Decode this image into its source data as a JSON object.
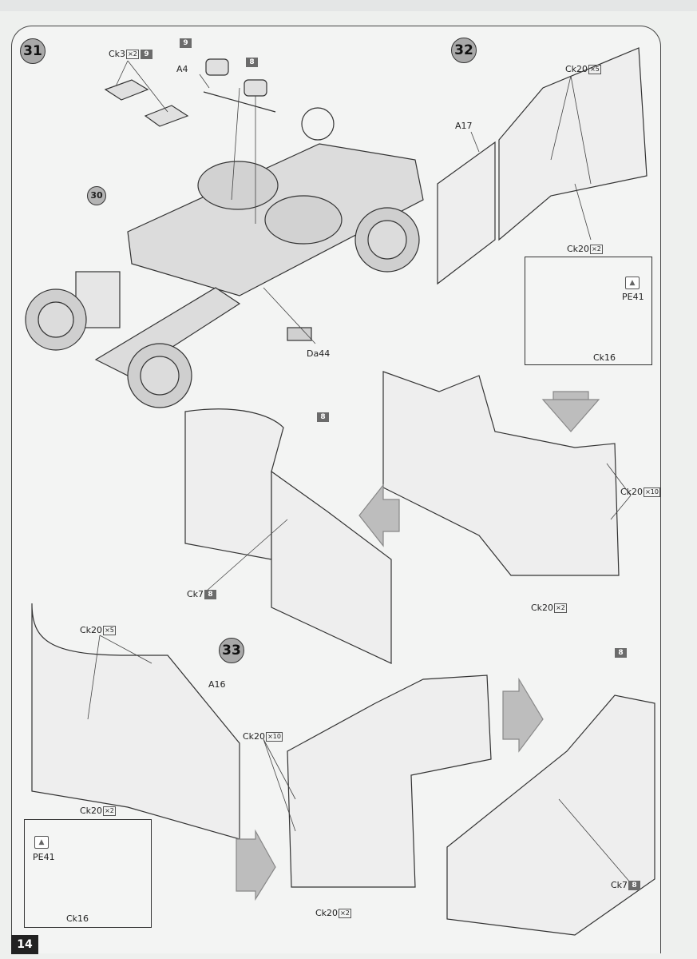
{
  "page_number": "14",
  "steps": {
    "s31": {
      "number": "31",
      "sub_assembly": "30",
      "ck3": {
        "part": "Ck3",
        "qty": "×2",
        "color_code": "9"
      },
      "seat_color_code": "9",
      "a4": "A4",
      "a4_color_code": "8",
      "da44": "Da44"
    },
    "s32": {
      "number": "32",
      "ck20_top": {
        "part": "Ck20",
        "qty": "×5"
      },
      "a17": "A17",
      "ck20_bottom": {
        "part": "Ck20",
        "qty": "×2"
      },
      "inset": {
        "pe41": "PE41",
        "ck16": "Ck16",
        "pe_icon": "photo-etch-icon"
      },
      "panel_color_code": "8",
      "ck7": {
        "part": "Ck7",
        "color_code": "8"
      },
      "ck20_side": {
        "part": "Ck20",
        "qty": "×10"
      },
      "ck20_lower": {
        "part": "Ck20",
        "qty": "×2"
      }
    },
    "s33": {
      "number": "33",
      "ck20_top": {
        "part": "Ck20",
        "qty": "×5"
      },
      "a16": "A16",
      "ck20_left": {
        "part": "Ck20",
        "qty": "×10"
      },
      "ck20_bottom": {
        "part": "Ck20",
        "qty": "×2"
      },
      "inset": {
        "pe41": "PE41",
        "ck16": "Ck16",
        "pe_icon": "photo-etch-icon"
      },
      "ck20_lower": {
        "part": "Ck20",
        "qty": "×2"
      },
      "panel_color_code": "8",
      "ck7": {
        "part": "Ck7",
        "color_code": "8"
      }
    }
  }
}
